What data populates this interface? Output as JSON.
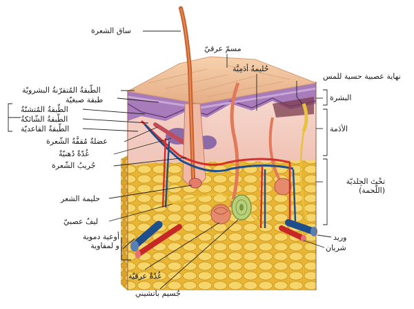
{
  "labels": {
    "hair_shaft": "ساق الشعرة",
    "sweat_pore": "مسمّ عرقيّ",
    "dermal_papilla": "حُليمةٌ أدَمِيَّة",
    "touch_nerve_ending": "نهاية عصبية حسية للمس",
    "stratum_corneum": "الطّبقةُ المُتقرّنةُ البشرويّة",
    "pigment_layer": "طبقة صبغيّة",
    "stratum_spinosum": "الطّبقةُ المُتشنّةُ",
    "stratum_granulosum": "الطّبقةُ الشّائكةُ",
    "stratum_basale": "الطّبقةُ القاعديّة",
    "arrector_pili": "عضلةٌ مُقفَّةُ الشّعرة",
    "sebaceous_gland": "غُدّةٌ دُهنيّةٌ",
    "hair_follicle": "جُريبُ الشّعرة",
    "hair_papilla": "حليمة الشعر",
    "nerve_fiber": "ليفٌ عصبيّ",
    "blood_lymph_vessels": "أوعية دموية\nو لمفاوية",
    "sweat_gland": "غُدّةٌ عرقيّة",
    "pacinian_corpuscle": "جُسيم باتشيني",
    "epidermis": "البشرة",
    "dermis": "الأدَمة",
    "hypodermis": "تحْتَ الجِلديّة\n(اللُّحمة)",
    "vein": "وريد",
    "artery": "شريان"
  },
  "colors": {
    "epidermis_surface": "#f2c6a0",
    "epidermis_purple": "#a67bb5",
    "dermis": "#f4cfc4",
    "fat": "#f0c84a",
    "hair": "#c8602e",
    "artery": "#d32f2f",
    "vein": "#1f4e8c",
    "gland": "#e58b6c",
    "nerve": "#e8c23c",
    "pacinian": "#b8d07a",
    "leader": "#222222"
  }
}
